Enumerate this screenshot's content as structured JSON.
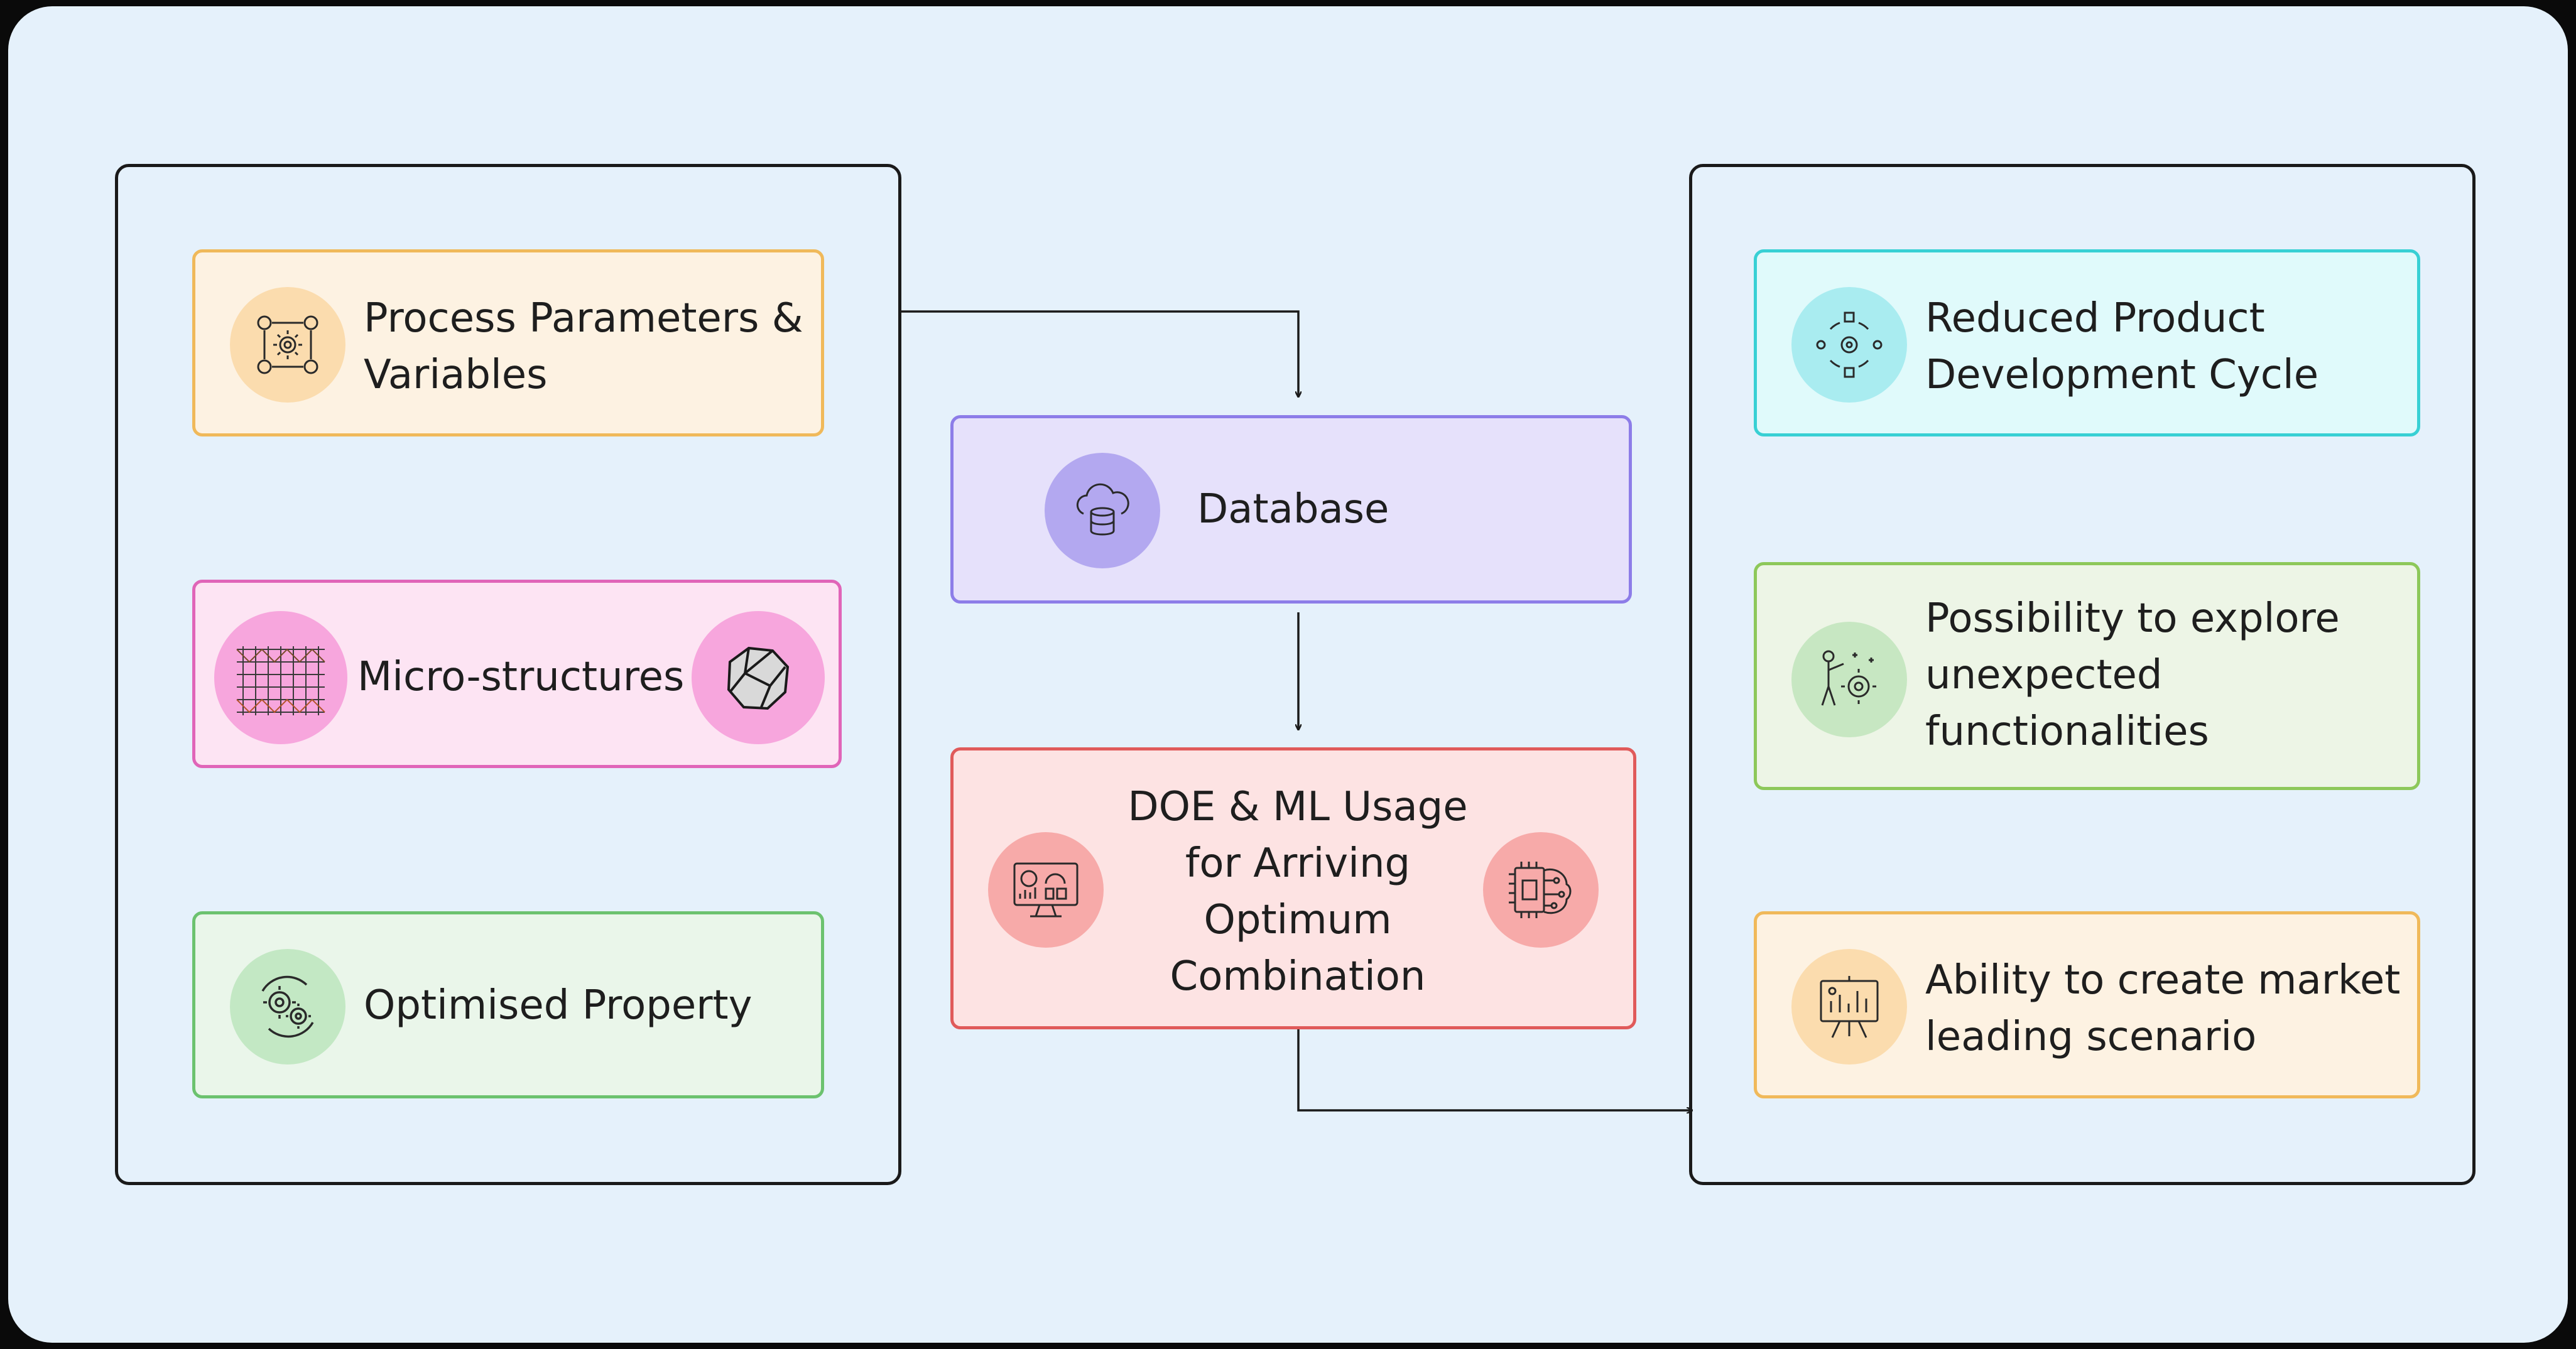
{
  "diagram": {
    "inputs": {
      "process": {
        "label_line1": "Process Parameters &",
        "label_line2": "Variables",
        "icon": "process-parameters-icon",
        "fill": "#fdf2e2",
        "border": "#f0b95a",
        "icon_bg": "#fbdcae"
      },
      "micro": {
        "label": "Micro-structures",
        "icon_left": "lattice-structure-icon",
        "icon_right": "grain-structure-icon",
        "fill": "#fde4f3",
        "border": "#e065b8",
        "icon_bg": "#f7a6dd"
      },
      "property": {
        "label": "Optimised Property",
        "icon": "gears-cycle-icon",
        "fill": "#eaf6ea",
        "border": "#6cc26f",
        "icon_bg": "#c3e8c4"
      }
    },
    "middle": {
      "database": {
        "label": "Database",
        "icon": "cloud-database-icon",
        "fill": "#e6e1fb",
        "border": "#8d7de8",
        "icon_bg": "#b3a8f0"
      },
      "doe": {
        "line1": "DOE & ML Usage",
        "line2": "for Arriving",
        "line3": "Optimum",
        "line4": "Combination",
        "icon_left": "dashboard-monitor-icon",
        "icon_right": "ai-brain-chip-icon",
        "fill": "#fde3e3",
        "border": "#e05a5a",
        "icon_bg": "#f7aaa9"
      }
    },
    "outcomes": {
      "reduced": {
        "line1": "Reduced Product",
        "line2": "Development Cycle",
        "icon": "development-cycle-icon",
        "fill": "#e0fafb",
        "border": "#38d0d4",
        "icon_bg": "#a9ecf0"
      },
      "explore": {
        "line1": "Possibility to explore",
        "line2": "unexpected",
        "line3": "functionalities",
        "icon": "innovation-person-icon",
        "fill": "#edf5e6",
        "border": "#8dc85a",
        "icon_bg": "#c7e7c2"
      },
      "market": {
        "line1": "Ability to create market",
        "line2": "leading scenario",
        "icon": "presentation-board-icon",
        "fill": "#fdf2e2",
        "border": "#f0b95a",
        "icon_bg": "#fbdcae"
      }
    }
  }
}
